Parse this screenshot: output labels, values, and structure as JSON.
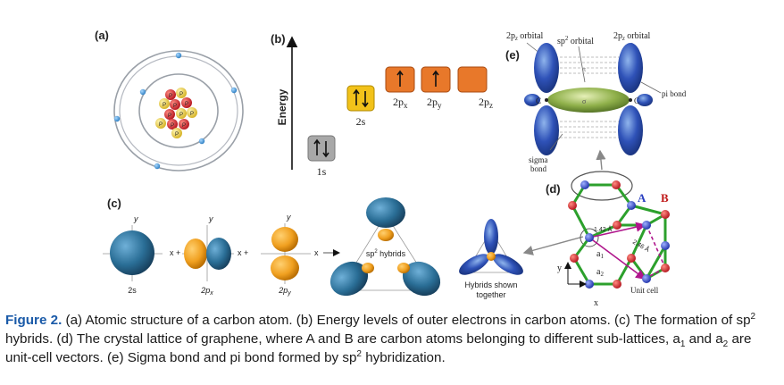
{
  "panels": {
    "a": {
      "label": "(a)",
      "nucleus_labels": [
        "P",
        "P",
        "P",
        "P",
        "P",
        "P",
        "P",
        "P",
        "P",
        "P",
        "P",
        "P"
      ]
    },
    "b": {
      "label": "(b)",
      "axis_label": "Energy",
      "levels": [
        {
          "name": "1s",
          "color": "#a8a8a8"
        },
        {
          "name": "2s",
          "color": "#f2c21a"
        },
        {
          "name": "2p",
          "sub": "x",
          "color": "#e8782a"
        },
        {
          "name": "2p",
          "sub": "y",
          "color": "#e8782a"
        },
        {
          "name": "2p",
          "sub": "z",
          "color": "#e8782a"
        }
      ]
    },
    "c": {
      "label": "(c)",
      "orbitals": [
        "2s",
        "2p",
        "2p"
      ],
      "orbital_subs": [
        "",
        "x",
        "y"
      ],
      "ops": [
        "x +",
        "x +",
        "x"
      ],
      "axis_y": "y",
      "hybrids_label": "sp",
      "hybrids_sup": "2",
      "hybrids_suffix": " hybrids",
      "together_label_1": "Hybrids shown",
      "together_label_2": "together"
    },
    "d": {
      "label": "(d)",
      "A": "A",
      "B": "B",
      "bond_length": "1.42 Å",
      "lattice_const": "2.46 Å",
      "a1": "a",
      "a1_sub": "1",
      "a2": "a",
      "a2_sub": "2",
      "unit_cell": "Unit cell",
      "x": "x",
      "y": "y"
    },
    "e": {
      "label": "(e)",
      "top_labels": [
        "2p",
        "sp",
        "2p"
      ],
      "top_subs": [
        "z",
        "",
        "z"
      ],
      "top_sups": [
        "",
        "2",
        ""
      ],
      "top_suffix": [
        " orbital",
        " orbital",
        " orbital"
      ],
      "c_left": "C",
      "c_right": "C",
      "pi_bond": "pi bond",
      "sigma_1": "sigma",
      "sigma_2": "bond",
      "pi_mark": "π",
      "sigma_mark": "σ"
    }
  },
  "caption": {
    "figure_label": "Figure 2.",
    "part_1": " (a) Atomic structure of a carbon atom. (b) Energy levels of outer electrons in carbon atoms. (c) The formation of sp",
    "sup_1": "2",
    "part_2": " hybrids. (d) The crystal lattice of graphene, where A and B are carbon atoms belonging to different sub-lattices, a",
    "sub_1": "1",
    "part_3": " and a",
    "sub_2": "2",
    "part_4": " are unit-cell vectors. (e) Sigma bond and pi bond formed by sp",
    "sup_2": "2",
    "part_5": " hybridization."
  },
  "colors": {
    "caption_label": "#1a5aa8",
    "orbital_blue": "#2a6e96",
    "orbital_orange": "#f0a020",
    "lattice_bond": "#2ca02c",
    "atom_blue": "#2a3fc0",
    "vector": "#b0168c"
  }
}
